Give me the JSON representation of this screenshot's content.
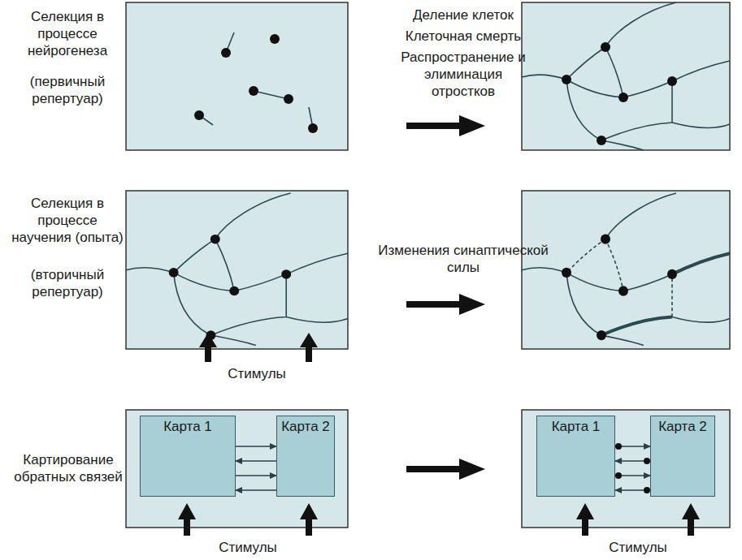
{
  "diagram": {
    "nodes": [
      {
        "text": [
          "Карта 1"
        ]
      },
      {
        "text": [
          "Карта 2"
        ]
      },
      {
        "text": [
          "Карта 1"
        ]
      },
      {
        "text": [
          "Карта 2"
        ]
      }
    ],
    "edges": [
      {
        "from": 0,
        "to": 1,
        "arrow": "to"
      },
      {
        "from": 1,
        "to": 0,
        "arrow": "to"
      },
      {
        "from": 0,
        "to": 1,
        "arrow": "to"
      },
      {
        "from": 1,
        "to": 0,
        "arrow": "to"
      },
      {
        "from": 2,
        "to": 3,
        "arrow": "to"
      },
      {
        "from": 3,
        "to": 2,
        "arrow": "to"
      },
      {
        "from": 2,
        "to": 3,
        "arrow": "to"
      },
      {
        "from": 3,
        "to": 2,
        "arrow": "to"
      }
    ],
    "labels": [
      "Селекция в процессе нейрогенеза",
      "(первичный репертуар)",
      "Деление клеток",
      "Клеточная смерть",
      "Распространение и элиминация отростков",
      "Селекция в процессе научения (опыта)",
      "(вторичный репертуар)",
      "Изменения синаптической силы",
      "Стимулы",
      "Картирование обратных связей",
      "Стимулы",
      "Стимулы"
    ]
  }
}
